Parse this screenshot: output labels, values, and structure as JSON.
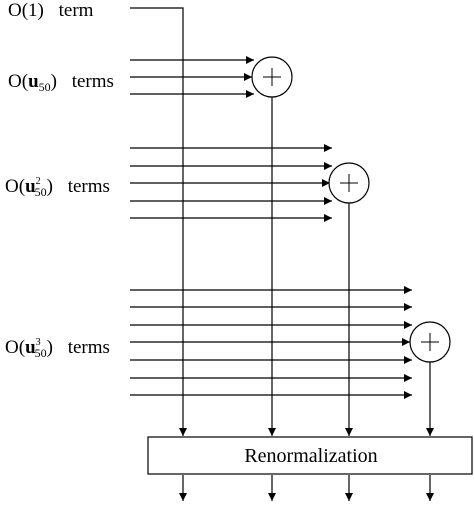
{
  "labels": {
    "o1": {
      "prefix": "O(1)",
      "word": "term"
    },
    "u50": {
      "prefix": "O(",
      "u": "u",
      "sub": "50",
      "suffix": ")",
      "word": "terms"
    },
    "u50sq": {
      "prefix": "O(",
      "u": "u",
      "sub": "50",
      "sup": "2",
      "suffix": ")",
      "word": "terms"
    },
    "u50cu": {
      "prefix": "O(",
      "u": "u",
      "sub": "50",
      "sup": "3",
      "suffix": ")",
      "word": "terms"
    }
  },
  "adder_symbol": "+",
  "renormalization_label": "Renormalization"
}
